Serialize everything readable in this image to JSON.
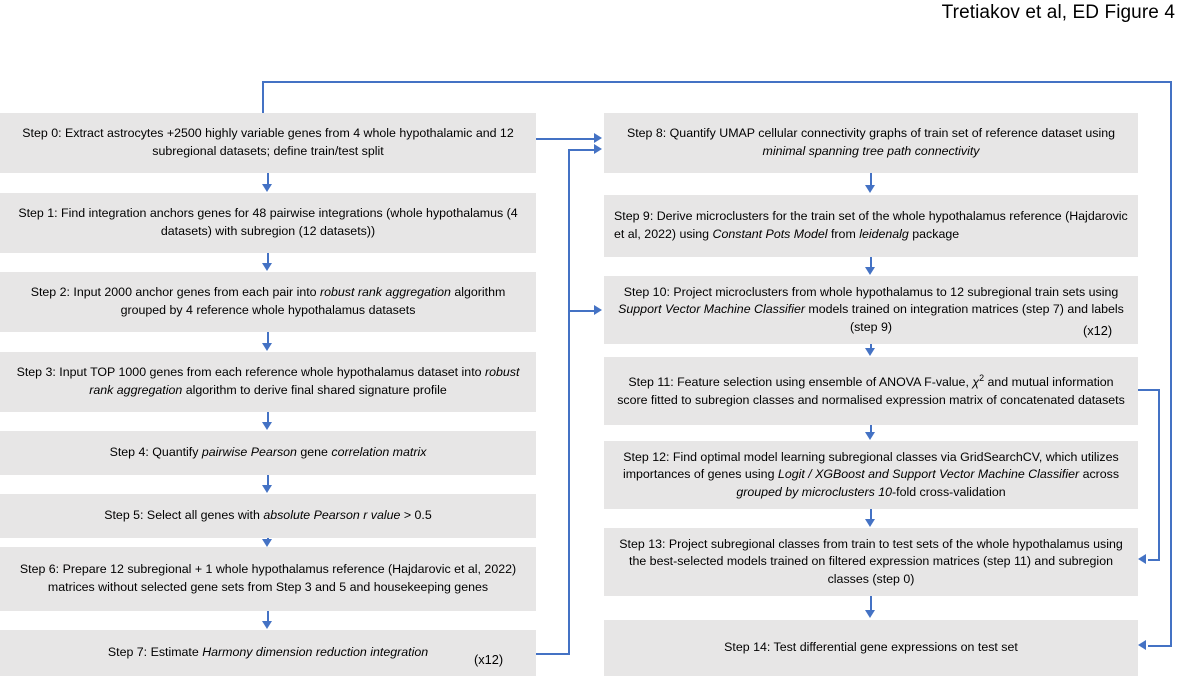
{
  "figure": {
    "title": "Tretiakov et al, ED Figure 4",
    "accent_color": "#4472c4",
    "box_fill": "#e7e6e6",
    "text_color": "#000000"
  },
  "left_column": {
    "steps": [
      {
        "id": "step-0",
        "label": "Step 0",
        "text": "Step 0: Extract astrocytes +2500 highly variable genes from 4 whole hypothalamic and 12 subregional datasets; define train/test split",
        "align": "center",
        "multiplier": ""
      },
      {
        "id": "step-1",
        "label": "Step 1",
        "text": "Step 1: Find integration anchors genes for 48 pairwise integrations (whole hypothalamus (4 datasets) with subregion (12 datasets))",
        "align": "center",
        "multiplier": ""
      },
      {
        "id": "step-2",
        "label": "Step 2",
        "text": "Step 2: Input 2000 anchor genes from each pair into robust rank aggregation algorithm grouped by 4 reference whole hypothalamus datasets",
        "align": "center",
        "multiplier": ""
      },
      {
        "id": "step-3",
        "label": "Step 3",
        "text": "Step 3: Input TOP 1000 genes from each reference whole hypothalamus dataset into robust rank aggregation algorithm to derive final shared signature profile",
        "align": "center",
        "multiplier": ""
      },
      {
        "id": "step-4",
        "label": "Step 4",
        "text": "Step 4: Quantify pairwise Pearson gene correlation matrix",
        "align": "center",
        "multiplier": ""
      },
      {
        "id": "step-5",
        "label": "Step 5",
        "text": "Step 5: Select all genes with absolute Pearson r value > 0.5",
        "align": "center",
        "multiplier": ""
      },
      {
        "id": "step-6",
        "label": "Step 6",
        "text": "Step 6: Prepare 12 subregional + 1 whole hypothalamus reference (Hajdarovic et al, 2022) matrices without selected gene sets from Step 3 and 5 and housekeeping genes",
        "align": "center",
        "multiplier": ""
      },
      {
        "id": "step-7",
        "label": "Step 7",
        "text": "Step 7: Estimate Harmony dimension reduction integration",
        "align": "center",
        "multiplier": "(x12)"
      }
    ]
  },
  "right_column": {
    "steps": [
      {
        "id": "step-8",
        "label": "Step 8",
        "text": "Step 8: Quantify UMAP cellular connectivity graphs of train set of reference dataset using minimal spanning tree path connectivity",
        "align": "center",
        "multiplier": ""
      },
      {
        "id": "step-9",
        "label": "Step 9",
        "text": "Step 9: Derive microclusters for the train set of the whole hypothalamus reference (Hajdarovic et al, 2022) using Constant Pots Model from leidenalg package",
        "align": "left",
        "multiplier": ""
      },
      {
        "id": "step-10",
        "label": "Step 10",
        "text": "Step 10: Project microclusters from whole hypothalamus to 12 subregional train sets using Support Vector Machine Classifier models trained on integration matrices (step 7) and labels (step 9)",
        "align": "center",
        "multiplier": "(x12)"
      },
      {
        "id": "step-11",
        "label": "Step 11",
        "text": "Step 11: Feature selection using ensemble of ANOVA F-value, χ² and mutual information score fitted to subregion classes and normalised expression matrix of concatenated datasets",
        "align": "center",
        "multiplier": ""
      },
      {
        "id": "step-12",
        "label": "Step 12",
        "text": "Step 12: Find optimal model learning subregional classes via GridSearchCV, which utilizes importances of genes using Logit / XGBoost and Support Vector Machine Classifier across grouped by microclusters 10-fold cross-validation",
        "align": "center",
        "multiplier": ""
      },
      {
        "id": "step-13",
        "label": "Step 13",
        "text": "Step 13: Project subregional classes from train to test sets of the whole hypothalamus using the best-selected models trained on filtered expression matrices (step 11) and subregion classes (step 0)",
        "align": "center",
        "multiplier": ""
      },
      {
        "id": "step-14",
        "label": "Step 14",
        "text": "Step 14: Test differential gene expressions on test set",
        "align": "center",
        "multiplier": ""
      }
    ]
  },
  "connections": [
    {
      "from": "step-0",
      "to": "step-1",
      "kind": "arrow-down"
    },
    {
      "from": "step-1",
      "to": "step-2",
      "kind": "arrow-down"
    },
    {
      "from": "step-2",
      "to": "step-3",
      "kind": "arrow-down"
    },
    {
      "from": "step-3",
      "to": "step-4",
      "kind": "arrow-down"
    },
    {
      "from": "step-4",
      "to": "step-5",
      "kind": "arrow-down"
    },
    {
      "from": "step-5",
      "to": "step-6",
      "kind": "arrow-down"
    },
    {
      "from": "step-6",
      "to": "step-7",
      "kind": "arrow-down"
    },
    {
      "from": "step-0",
      "to": "step-8",
      "kind": "arrow-right"
    },
    {
      "from": "step-7",
      "to": "step-8",
      "kind": "elbow-up-right"
    },
    {
      "from": "step-7",
      "to": "step-10",
      "kind": "elbow-right"
    },
    {
      "from": "step-8",
      "to": "step-9",
      "kind": "arrow-down"
    },
    {
      "from": "step-9",
      "to": "step-10",
      "kind": "arrow-down"
    },
    {
      "from": "step-10",
      "to": "step-11",
      "kind": "arrow-down"
    },
    {
      "from": "step-11",
      "to": "step-12",
      "kind": "arrow-down"
    },
    {
      "from": "step-12",
      "to": "step-13",
      "kind": "arrow-down"
    },
    {
      "from": "step-13",
      "to": "step-14",
      "kind": "arrow-down"
    },
    {
      "from": "step-11",
      "to": "step-13",
      "kind": "elbow-right-back"
    },
    {
      "from": "step-0",
      "to": "step-14",
      "kind": "outer-loop-top-right"
    }
  ]
}
